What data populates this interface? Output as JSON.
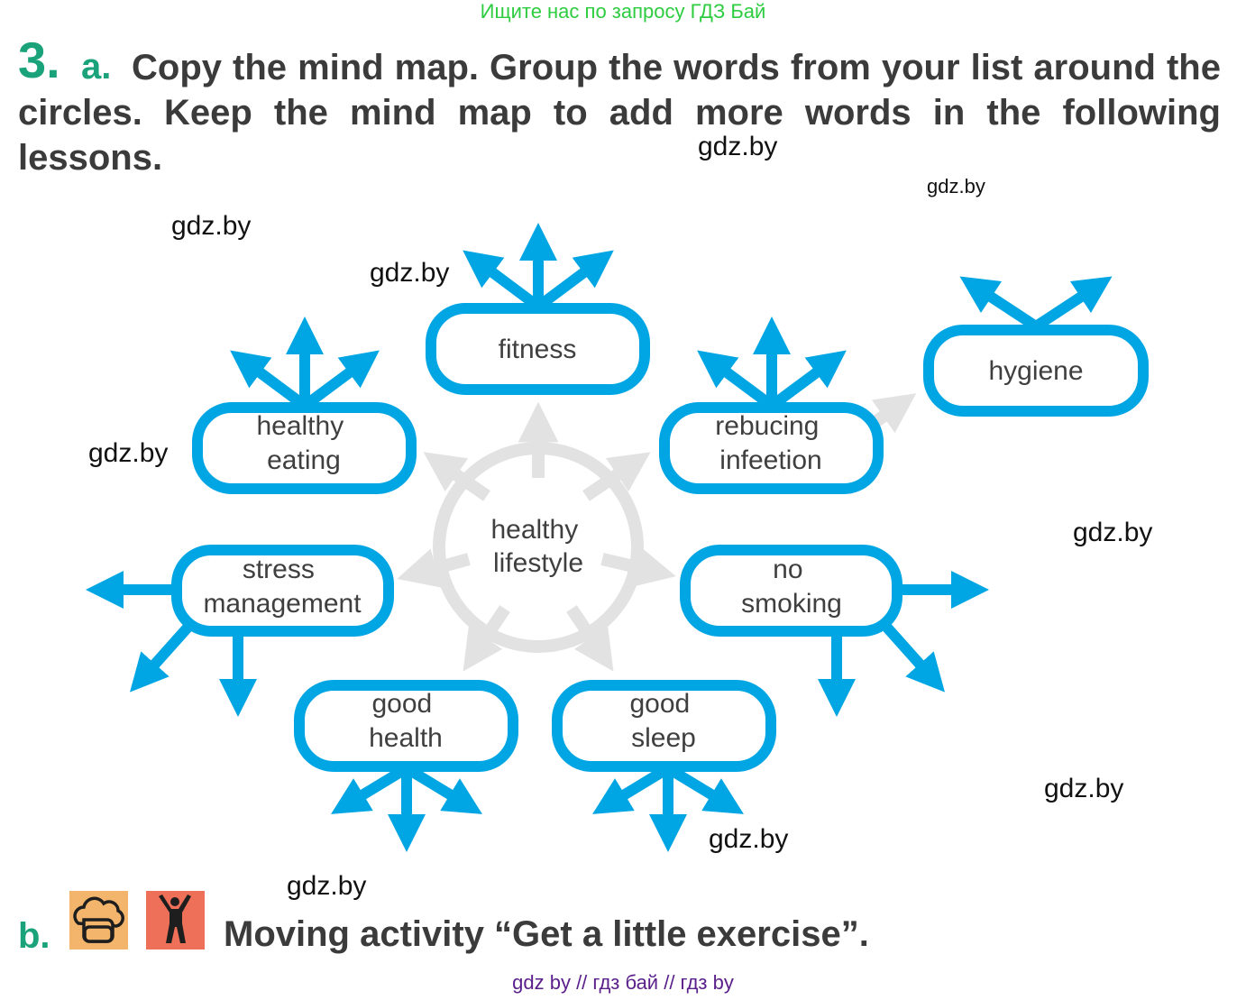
{
  "banner": "Ищите нас по запросу ГДЗ Бай",
  "task": {
    "number": "3.",
    "letter": "a.",
    "instruction": "Copy the mind map. Group the words from your list around the circles. Keep the mind map to add more words in the following lessons."
  },
  "watermark": "gdz.by",
  "mind_map": {
    "center": [
      "healthy",
      "lifestyle"
    ],
    "nodes": {
      "fitness": [
        "fitness"
      ],
      "hygiene": [
        "hygiene"
      ],
      "healthy_eating": [
        "healthy",
        "eating"
      ],
      "rebucing_infeetion": [
        "rebucing",
        "infeetion"
      ],
      "stress_management": [
        "stress",
        "management"
      ],
      "no_smoking": [
        "no",
        "smoking"
      ],
      "good_health": [
        "good",
        "health"
      ],
      "good_sleep": [
        "good",
        "sleep"
      ]
    }
  },
  "colors": {
    "accent": "#00a6e4",
    "center_grey": "#e2e2e2",
    "title_green": "#1aa37a",
    "banner_green": "#2ecc40",
    "footer_purple": "#5a1f8a"
  },
  "part_b": {
    "letter": "b.",
    "icons": [
      "group-work-icon",
      "moving-activity-icon"
    ],
    "text": "Moving activity “Get a little exercise”."
  },
  "footer": "gdz by  //  гдз бай  //  гдз by"
}
